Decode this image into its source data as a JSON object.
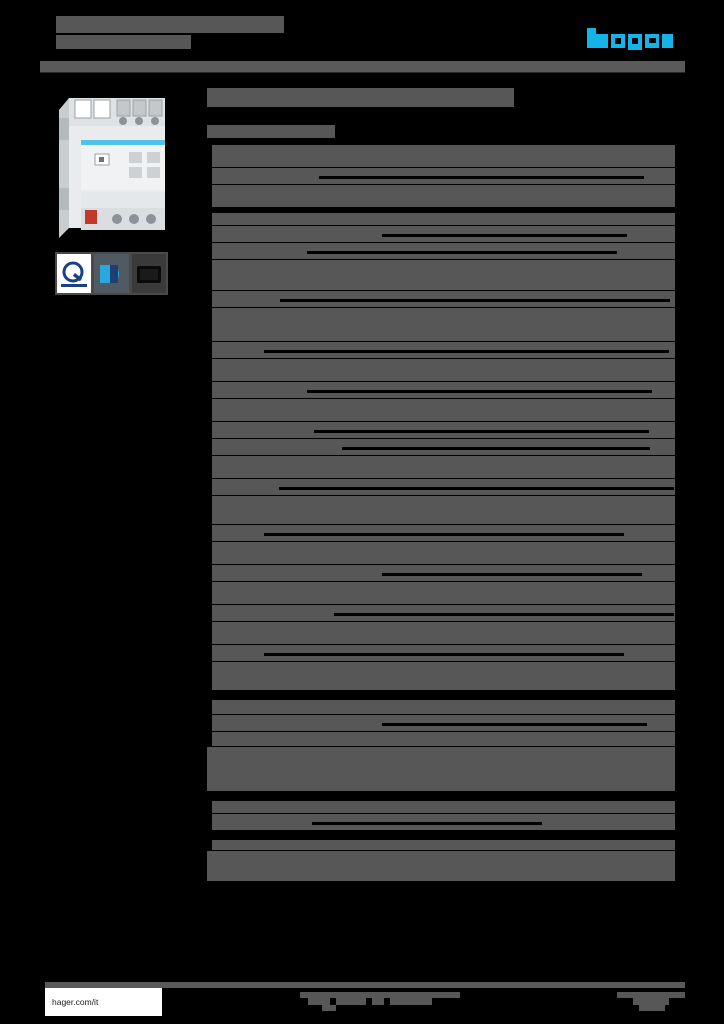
{
  "document": {
    "type": "product-datasheet",
    "brand": "hager",
    "page_background": "#000000",
    "redaction_color": "#575757",
    "accent_color": "#14b4e8"
  },
  "header": {
    "title_redacted": true,
    "subtitle_redacted": true,
    "logo": {
      "name": "hager-logo",
      "color": "#14b4e8"
    }
  },
  "left_column": {
    "product_image": {
      "name": "product-photo",
      "description": "din-rail-module"
    },
    "certification_icons": [
      {
        "name": "quality-mark-icon",
        "background": "#ffffff"
      },
      {
        "name": "knx-logo-icon",
        "background": "#4f5a63"
      },
      {
        "name": "document-icon",
        "background": "#3a3a3a"
      }
    ]
  },
  "main": {
    "title_width": 307,
    "subtitle_width": 128,
    "groups": [
      {
        "name": "group-1",
        "rows": [
          {
            "h": 22,
            "label_w": 44,
            "gaps": []
          },
          {
            "h": 16,
            "label_w": 44,
            "gaps": [
              [
                112,
                8,
                325
              ]
            ]
          },
          {
            "h": 22,
            "label_w": 44,
            "gaps": []
          }
        ]
      },
      {
        "name": "group-2",
        "rows": [
          {
            "h": 12,
            "label_w": 44,
            "gaps": []
          },
          {
            "h": 16,
            "label_w": 44,
            "gaps": [
              [
                175,
                8,
                245
              ]
            ]
          },
          {
            "h": 16,
            "label_w": 44,
            "gaps": [
              [
                100,
                8,
                310
              ]
            ]
          },
          {
            "h": 30,
            "label_w": 44,
            "gaps": []
          },
          {
            "h": 16,
            "label_w": 44,
            "gaps": [
              [
                73,
                8,
                390
              ]
            ]
          },
          {
            "h": 33,
            "label_w": 44,
            "gaps": []
          },
          {
            "h": 16,
            "label_w": 44,
            "gaps": [
              [
                57,
                8,
                405
              ]
            ]
          },
          {
            "h": 22,
            "label_w": 44,
            "gaps": []
          },
          {
            "h": 16,
            "label_w": 44,
            "gaps": [
              [
                100,
                8,
                345
              ]
            ]
          },
          {
            "h": 22,
            "label_w": 44,
            "gaps": []
          },
          {
            "h": 16,
            "label_w": 44,
            "gaps": [
              [
                107,
                8,
                335
              ]
            ]
          },
          {
            "h": 16,
            "label_w": 44,
            "gaps": [
              [
                135,
                8,
                308
              ]
            ]
          },
          {
            "h": 22,
            "label_w": 44,
            "gaps": []
          },
          {
            "h": 16,
            "label_w": 44,
            "gaps": [
              [
                72,
                8,
                395
              ]
            ]
          },
          {
            "h": 28,
            "label_w": 44,
            "gaps": []
          },
          {
            "h": 16,
            "label_w": 44,
            "gaps": [
              [
                57,
                8,
                360
              ]
            ]
          },
          {
            "h": 22,
            "label_w": 44,
            "gaps": []
          },
          {
            "h": 16,
            "label_w": 44,
            "gaps": [
              [
                175,
                8,
                260
              ]
            ]
          },
          {
            "h": 22,
            "label_w": 44,
            "gaps": []
          },
          {
            "h": 16,
            "label_w": 44,
            "gaps": [
              [
                127,
                8,
                340
              ]
            ]
          },
          {
            "h": 22,
            "label_w": 44,
            "gaps": []
          },
          {
            "h": 16,
            "label_w": 44,
            "gaps": [
              [
                57,
                8,
                360
              ]
            ]
          },
          {
            "h": 28,
            "label_w": 44,
            "gaps": []
          }
        ]
      },
      {
        "name": "group-3",
        "rows": [
          {
            "h": 14,
            "label_w": 44,
            "gaps": []
          },
          {
            "h": 16,
            "label_w": 44,
            "gaps": [
              [
                175,
                8,
                265
              ]
            ]
          },
          {
            "h": 14,
            "label_w": 44,
            "gaps": []
          },
          {
            "h": 44,
            "label_w": 0,
            "gaps": []
          }
        ]
      },
      {
        "name": "group-4",
        "rows": [
          {
            "h": 12,
            "label_w": 44,
            "gaps": []
          },
          {
            "h": 16,
            "label_w": 44,
            "gaps": [
              [
                105,
                8,
                230
              ]
            ]
          }
        ]
      },
      {
        "name": "group-5",
        "rows": [
          {
            "h": 10,
            "label_w": 44,
            "gaps": []
          },
          {
            "h": 30,
            "label_w": 0,
            "gaps": []
          }
        ]
      }
    ]
  },
  "footer": {
    "url": "hager.com/it",
    "center_redacted": true,
    "right_redacted": true
  }
}
